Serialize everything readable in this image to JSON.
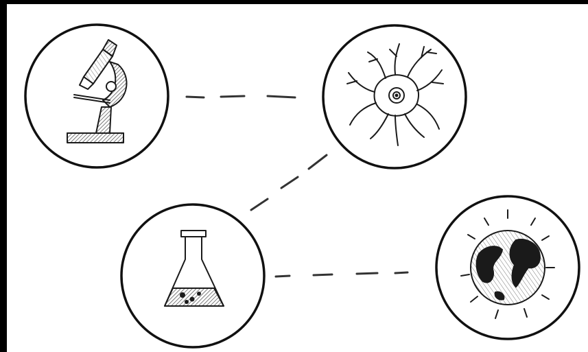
{
  "nodes": [
    {
      "id": "microscope",
      "icon": "microscope-icon"
    },
    {
      "id": "neuron",
      "icon": "neuron-icon"
    },
    {
      "id": "flask",
      "icon": "flask-icon"
    },
    {
      "id": "globe",
      "icon": "globe-icon"
    }
  ],
  "connections": [
    {
      "from": "microscope",
      "to": "neuron",
      "style": "dashed"
    },
    {
      "from": "flask",
      "to": "neuron",
      "style": "dashed"
    },
    {
      "from": "flask",
      "to": "globe",
      "style": "dashed"
    }
  ],
  "colors": {
    "frame": "#000000",
    "background": "#ffffff",
    "ink": "#1a1a1a",
    "hatch": "#555555"
  }
}
